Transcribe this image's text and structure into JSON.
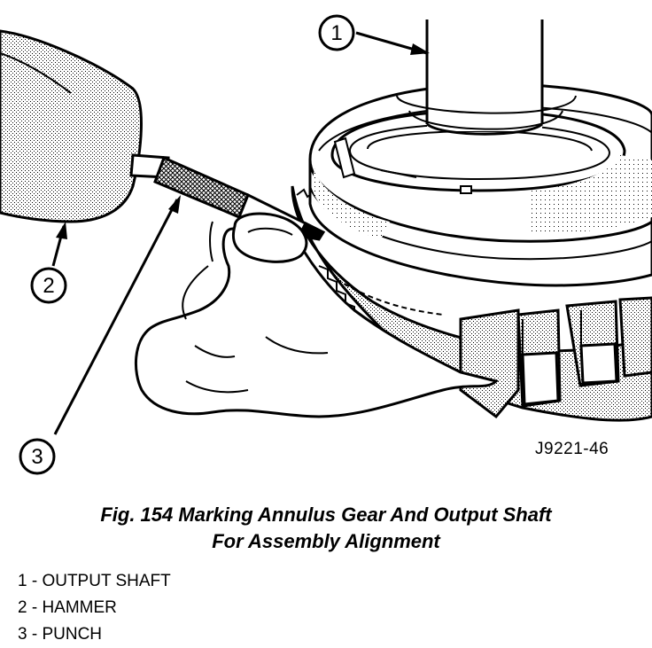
{
  "figure": {
    "id": "J9221-46",
    "callouts": [
      "1",
      "2",
      "3"
    ],
    "caption_line1": "Fig. 154 Marking Annulus Gear And Output Shaft",
    "caption_line2": "For Assembly Alignment",
    "legend": [
      "1 - OUTPUT SHAFT",
      "2 - HAMMER",
      "3 - PUNCH"
    ]
  }
}
